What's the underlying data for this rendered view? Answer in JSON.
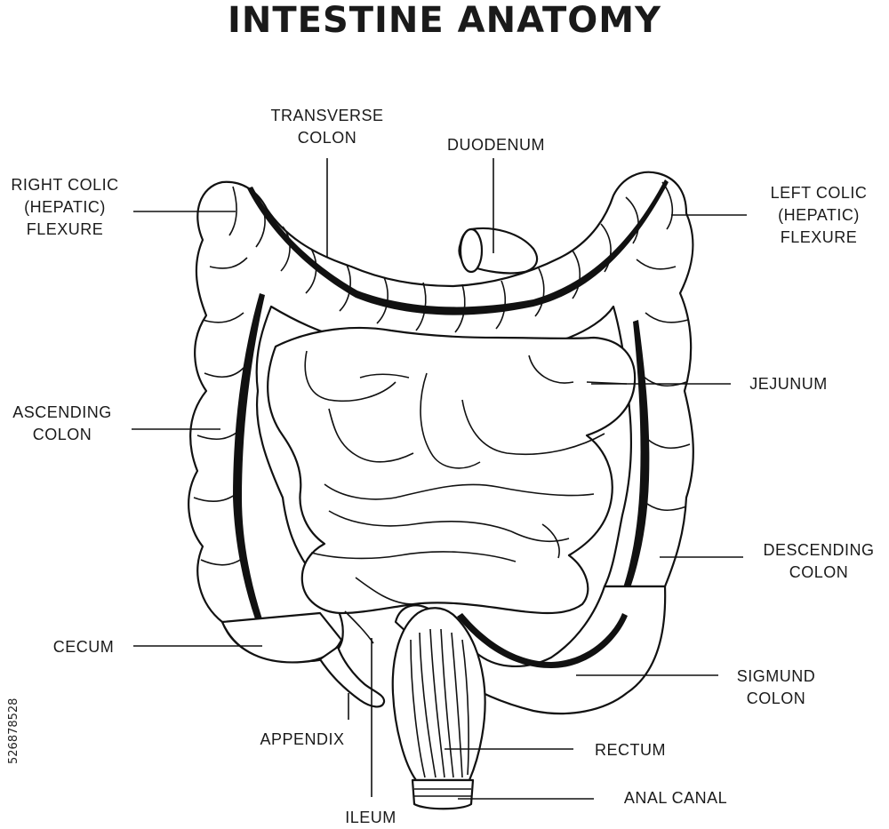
{
  "title": "INTESTINE ANATOMY",
  "labels": {
    "transverse_colon": [
      "TRANSVERSE",
      "COLON"
    ],
    "duodenum": [
      "DUODENUM"
    ],
    "right_colic_flexure": [
      "RIGHT COLIC",
      "(HEPATIC)",
      "FLEXURE"
    ],
    "left_colic_flexure": [
      "LEFT COLIC",
      "(HEPATIC)",
      "FLEXURE"
    ],
    "jejunum": [
      "JEJUNUM"
    ],
    "ascending_colon": [
      "ASCENDING",
      "COLON"
    ],
    "descending_colon": [
      "DESCENDING",
      "COLON"
    ],
    "cecum": [
      "CECUM"
    ],
    "sigmund_colon": [
      "SIGMUND",
      "COLON"
    ],
    "appendix": [
      "APPENDIX"
    ],
    "rectum": [
      "RECTUM"
    ],
    "anal_canal": [
      "ANAL CANAL"
    ],
    "ileum": [
      "ILEUM"
    ]
  },
  "watermark_id": "526878528"
}
